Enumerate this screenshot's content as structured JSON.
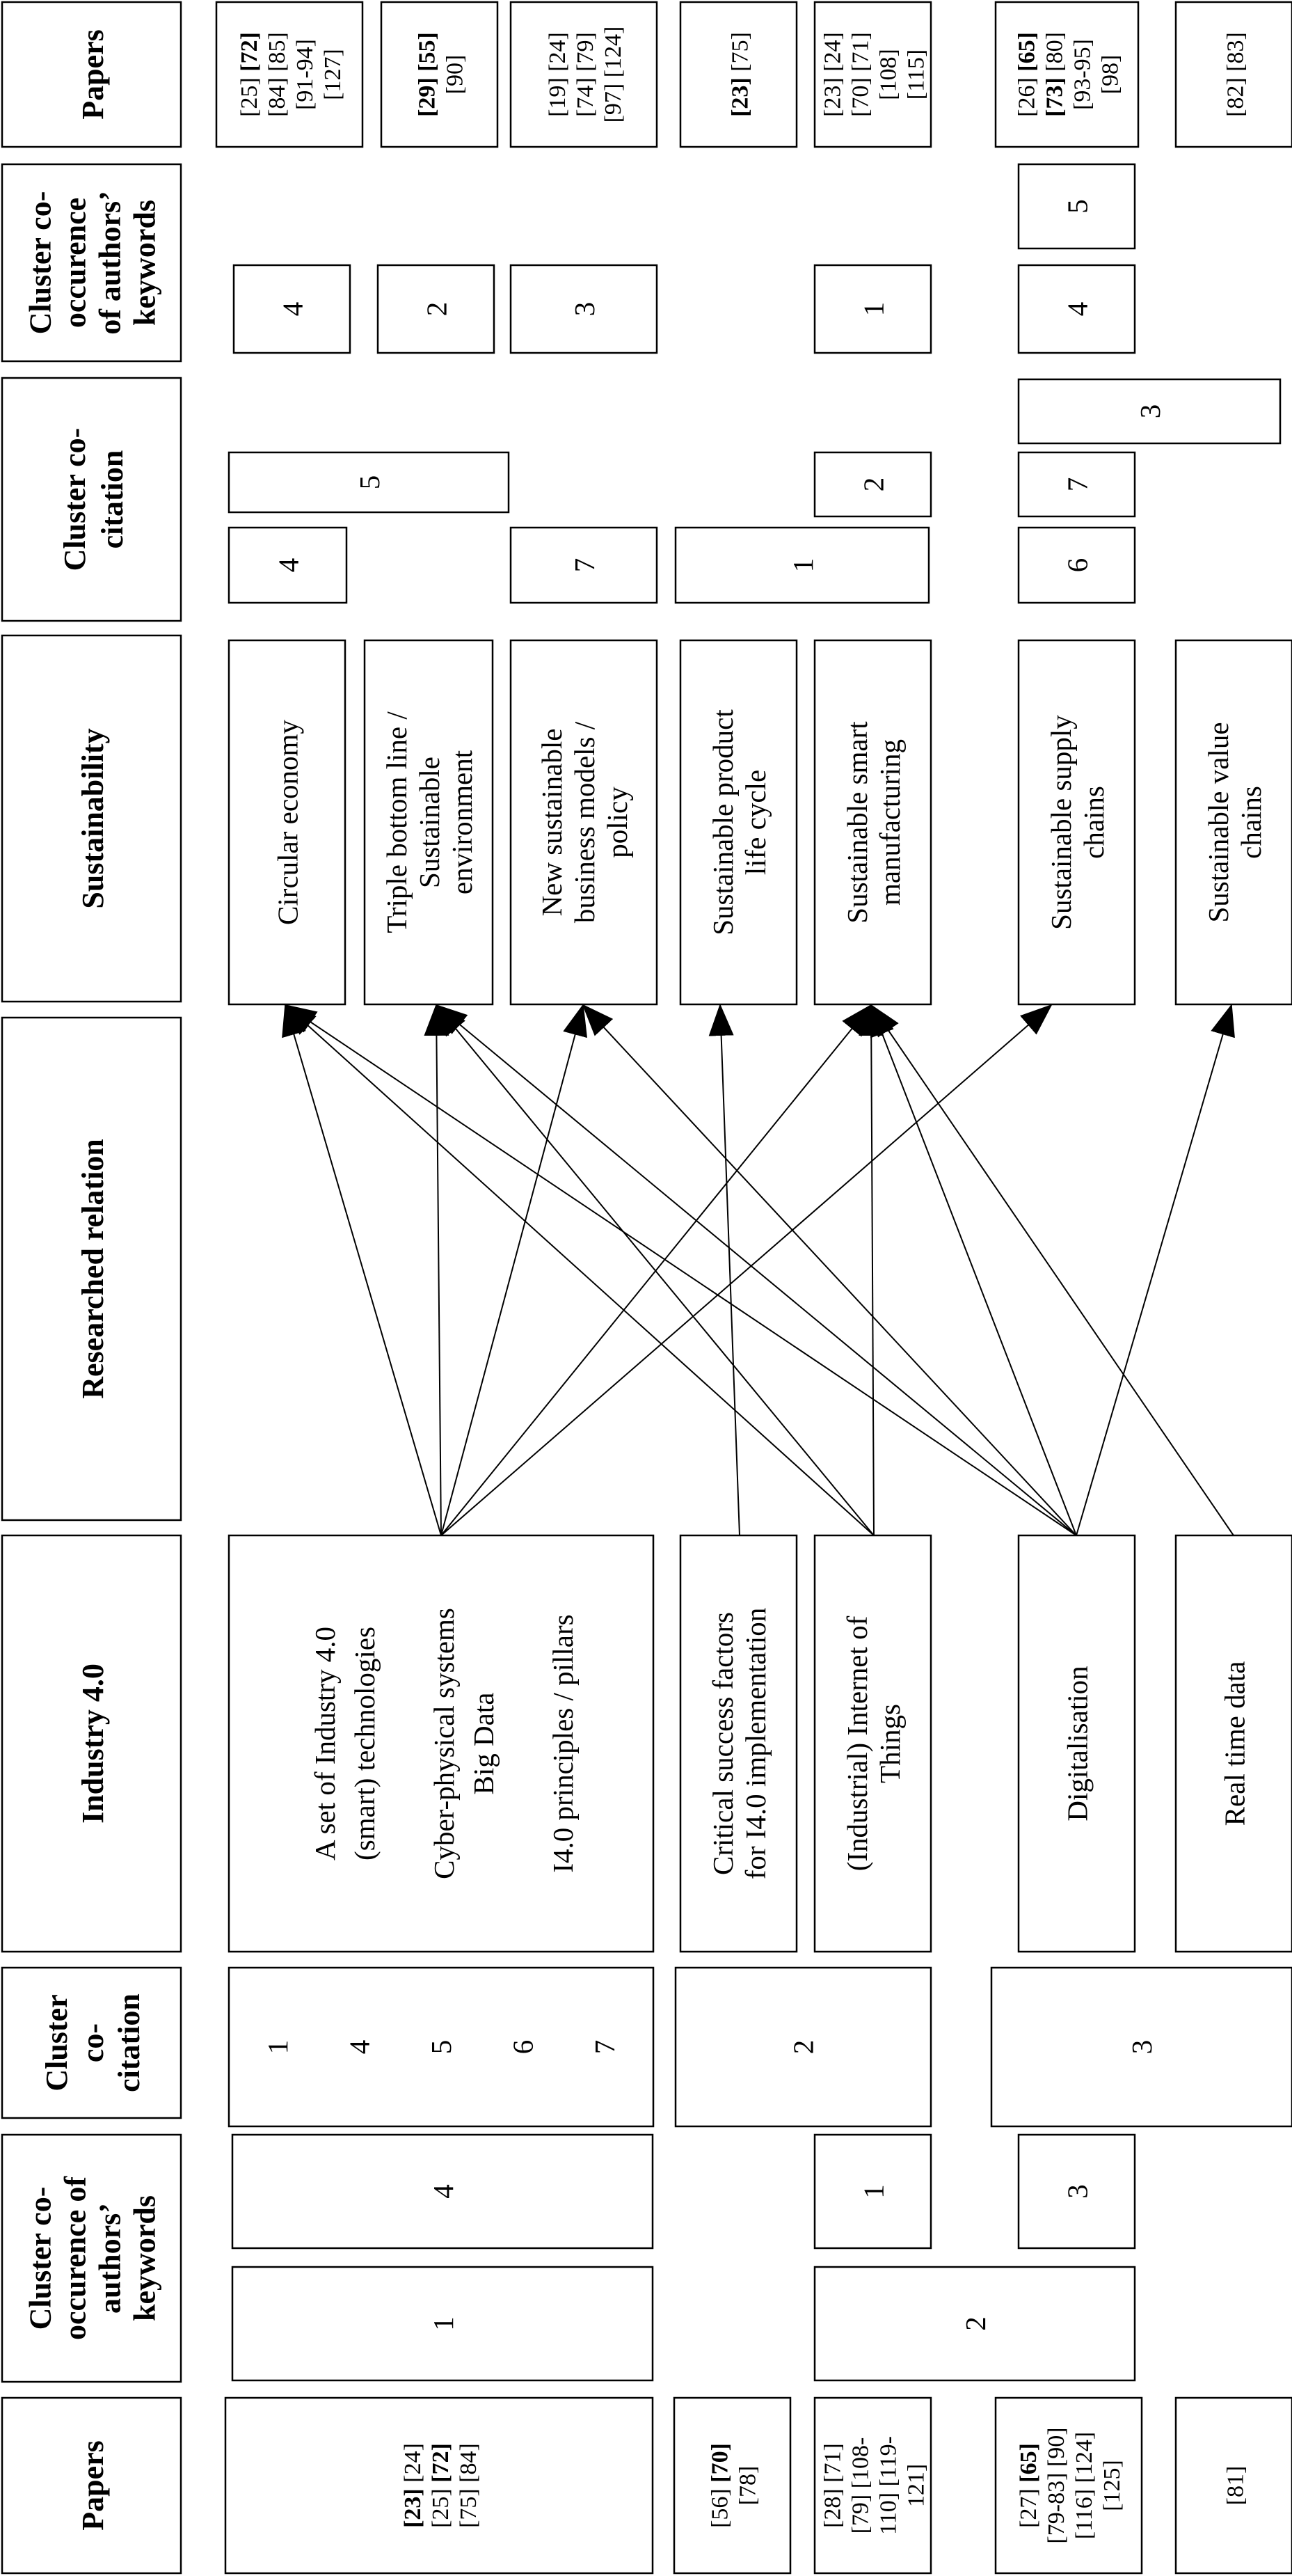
{
  "diagram": {
    "headers": {
      "papers_right": "Papers",
      "keywords_right": [
        "Cluster co-",
        "occurence",
        "of authors’",
        "keywords"
      ],
      "cocitation_right": [
        "Cluster co-",
        "citation"
      ],
      "sustainability": "Sustainability",
      "researched_relation": "Researched relation",
      "industry": "Industry 4.0",
      "cocitation_left": [
        "Cluster",
        "co-",
        "citation"
      ],
      "keywords_left": [
        "Cluster co-",
        "occurence of",
        "authors’",
        "keywords"
      ],
      "papers_left": "Papers"
    },
    "sustainability": [
      {
        "id": "circular-economy",
        "lines": [
          "Circular economy"
        ]
      },
      {
        "id": "triple-bottom-line",
        "lines": [
          "Triple bottom line /",
          "Sustainable",
          "environment"
        ]
      },
      {
        "id": "new-business-models",
        "lines": [
          "New sustainable",
          "business models /",
          "policy"
        ]
      },
      {
        "id": "product-life-cycle",
        "lines": [
          "Sustainable product",
          "life cycle"
        ]
      },
      {
        "id": "smart-manufacturing",
        "lines": [
          "Sustainable smart",
          "manufacturing"
        ]
      },
      {
        "id": "supply-chains",
        "lines": [
          "Sustainable supply",
          "chains"
        ]
      },
      {
        "id": "value-chains",
        "lines": [
          "Sustainable value",
          "chains"
        ]
      }
    ],
    "industry": [
      {
        "id": "i40-technologies",
        "lines": [
          "A set of Industry 4.0",
          "(smart) technologies",
          "",
          "Cyber-physical systems",
          "Big Data",
          "",
          "I4.0 principles / pillars"
        ]
      },
      {
        "id": "critical-success-factors",
        "lines": [
          "Critical success factors",
          "for I4.0 implementation"
        ]
      },
      {
        "id": "iiot",
        "lines": [
          "(Industrial) Internet of",
          "Things"
        ]
      },
      {
        "id": "digitalisation",
        "lines": [
          "Digitalisation"
        ]
      },
      {
        "id": "real-time-data",
        "lines": [
          "Real time data"
        ]
      }
    ],
    "right_cocitation": [
      "4",
      "5",
      "7",
      "1",
      "2",
      "3",
      "7",
      "6"
    ],
    "right_keywords": [
      "4",
      "2",
      "3",
      "1",
      "5",
      "4"
    ],
    "left_cocitation": [
      [
        "1",
        "4",
        "5",
        "6",
        "7"
      ],
      [
        "2"
      ],
      [
        "3"
      ]
    ],
    "left_keywords_a": [
      "1",
      "2"
    ],
    "left_keywords_b": [
      "4",
      "1",
      "3"
    ],
    "papers_right": [
      [
        [
          {
            "t": "[25] "
          },
          {
            "t": "[72]",
            "b": true
          }
        ],
        [
          {
            "t": "[84] [85]"
          }
        ],
        [
          {
            "t": "[91-94]"
          }
        ],
        [
          {
            "t": "[127]"
          }
        ]
      ],
      [
        [
          {
            "t": "[29] [55]",
            "b": true
          }
        ],
        [
          {
            "t": "[90]"
          }
        ]
      ],
      [
        [
          {
            "t": "[19] [24]"
          }
        ],
        [
          {
            "t": "[74] [79]"
          }
        ],
        [
          {
            "t": "[97] [124]"
          }
        ]
      ],
      [
        [
          {
            "t": "[23]",
            "b": true
          },
          {
            "t": " [75]"
          }
        ]
      ],
      [
        [
          {
            "t": "[23] [24]"
          }
        ],
        [
          {
            "t": "[70] [71]"
          }
        ],
        [
          {
            "t": "[108]"
          }
        ],
        [
          {
            "t": "[115]"
          }
        ]
      ],
      [
        [
          {
            "t": "[26] "
          },
          {
            "t": "[65]",
            "b": true
          }
        ],
        [
          {
            "t": "[73]",
            "b": true
          },
          {
            "t": " [80]"
          }
        ],
        [
          {
            "t": "[93-95]"
          }
        ],
        [
          {
            "t": "[98]"
          }
        ]
      ],
      [
        [
          {
            "t": "[82] [83]"
          }
        ]
      ]
    ],
    "papers_left": [
      [
        [
          {
            "t": "[23]",
            "b": true
          },
          {
            "t": " [24]"
          }
        ],
        [
          {
            "t": "[25] "
          },
          {
            "t": "[72]",
            "b": true
          }
        ],
        [
          {
            "t": "[75] [84]"
          }
        ]
      ],
      [
        [
          {
            "t": "[56] "
          },
          {
            "t": "[70]",
            "b": true
          }
        ],
        [
          {
            "t": "[78]"
          }
        ]
      ],
      [
        [
          {
            "t": "[28] [71]"
          }
        ],
        [
          {
            "t": "[79] [108-"
          }
        ],
        [
          {
            "t": "110] [119-"
          }
        ],
        [
          {
            "t": "121]"
          }
        ]
      ],
      [
        [
          {
            "t": "[27] "
          },
          {
            "t": "[65]",
            "b": true
          }
        ],
        [
          {
            "t": "[79-83] [90]"
          }
        ],
        [
          {
            "t": "[116] [124]"
          }
        ],
        [
          {
            "t": "[125]"
          }
        ]
      ],
      [
        [
          {
            "t": "[81]"
          }
        ]
      ]
    ],
    "edges": [
      [
        "i40-technologies",
        "circular-economy"
      ],
      [
        "i40-technologies",
        "triple-bottom-line"
      ],
      [
        "i40-technologies",
        "new-business-models"
      ],
      [
        "i40-technologies",
        "smart-manufacturing"
      ],
      [
        "i40-technologies",
        "supply-chains"
      ],
      [
        "critical-success-factors",
        "product-life-cycle"
      ],
      [
        "iiot",
        "circular-economy"
      ],
      [
        "iiot",
        "triple-bottom-line"
      ],
      [
        "iiot",
        "smart-manufacturing"
      ],
      [
        "digitalisation",
        "circular-economy"
      ],
      [
        "digitalisation",
        "triple-bottom-line"
      ],
      [
        "digitalisation",
        "new-business-models"
      ],
      [
        "digitalisation",
        "smart-manufacturing"
      ],
      [
        "digitalisation",
        "value-chains"
      ],
      [
        "real-time-data",
        "smart-manufacturing"
      ]
    ]
  }
}
